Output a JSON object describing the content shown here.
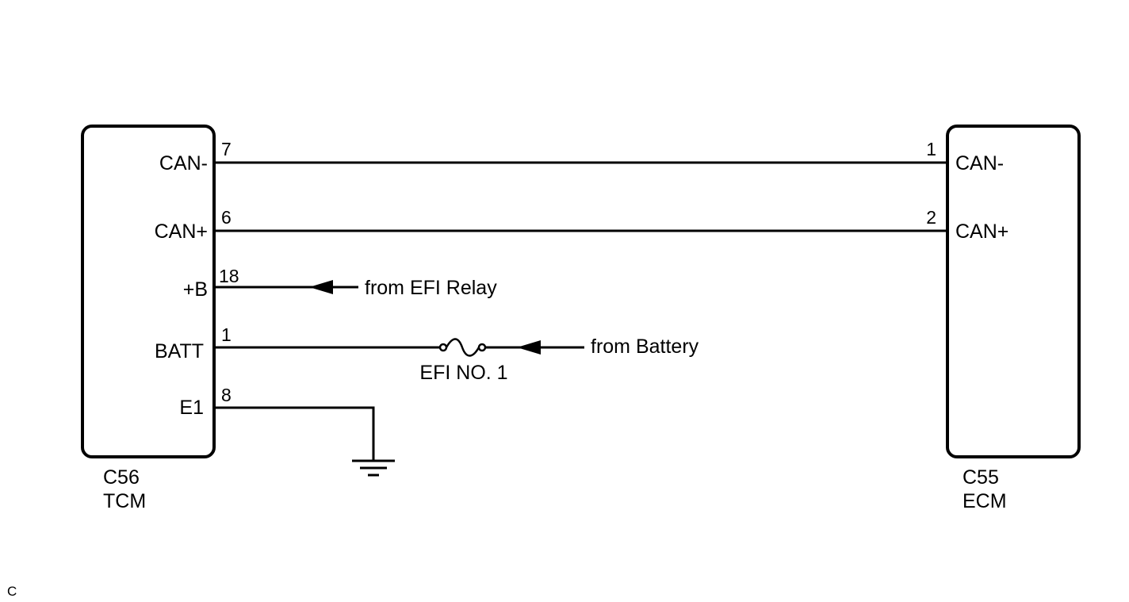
{
  "left_component": {
    "connector": "C56",
    "name": "TCM",
    "pins": [
      {
        "signal": "CAN-",
        "number": "7"
      },
      {
        "signal": "CAN+",
        "number": "6"
      },
      {
        "signal": "+B",
        "number": "18"
      },
      {
        "signal": "BATT",
        "number": "1"
      },
      {
        "signal": "E1",
        "number": "8"
      }
    ]
  },
  "right_component": {
    "connector": "C55",
    "name": "ECM",
    "pins": [
      {
        "signal": "CAN-",
        "number": "1"
      },
      {
        "signal": "CAN+",
        "number": "2"
      }
    ]
  },
  "sources": {
    "efi_relay": "from EFI Relay",
    "battery": "from Battery"
  },
  "fuse": {
    "label": "EFI NO. 1"
  },
  "footer_code": "C"
}
